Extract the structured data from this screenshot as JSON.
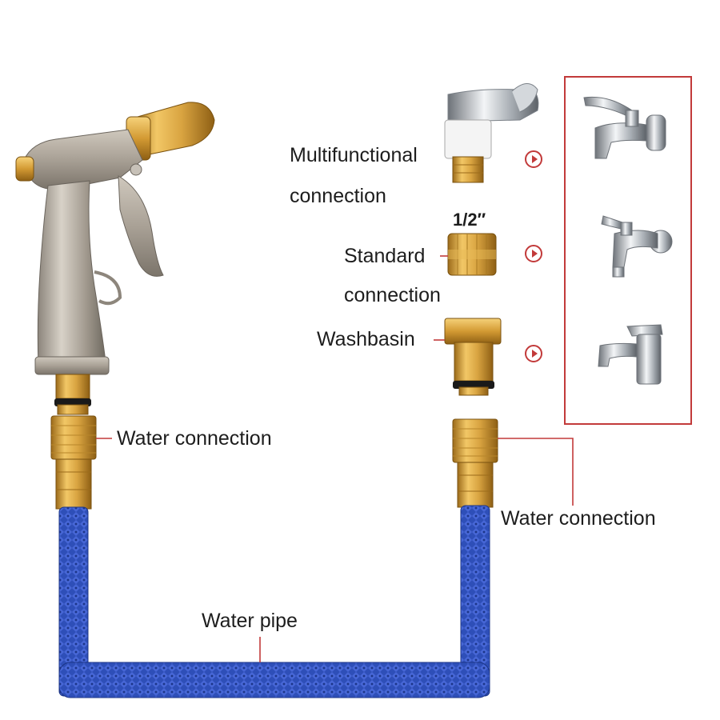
{
  "labels": {
    "multifunctional_line1": "Multifunctional",
    "multifunctional_line2": "connection",
    "half_inch": "1/2″",
    "standard_line1": "Standard",
    "standard_line2": "connection",
    "washbasin": "Washbasin",
    "water_connection_left": "Water connection",
    "water_connection_right": "Water connection",
    "water_pipe": "Water pipe"
  },
  "icons": {
    "spray_gun": "spray-gun-icon",
    "faucet_wall": "wall-faucet-icon",
    "faucet_lever": "lever-tap-icon",
    "faucet_basin": "basin-mixer-icon"
  },
  "colors": {
    "accent_red": "#c23a3a",
    "brass": "#d9a441",
    "hose_blue": "#2e4fb8"
  }
}
